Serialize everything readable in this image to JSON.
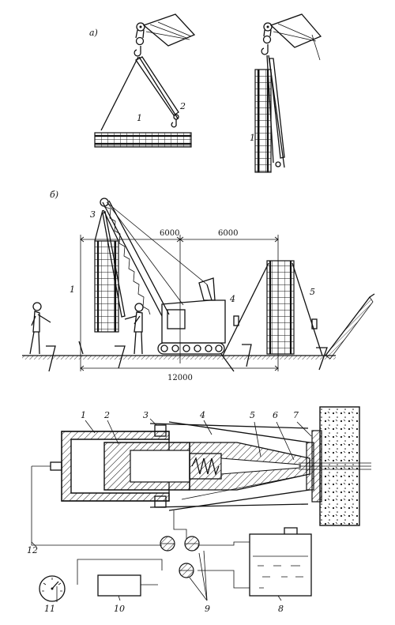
{
  "panels": {
    "a": {
      "label": "a)",
      "left_callouts": [
        "1",
        "2"
      ],
      "right_callouts": [
        "1"
      ]
    },
    "b": {
      "label": "б)",
      "callouts": [
        "3",
        "1",
        "4",
        "5"
      ],
      "dimensions": {
        "span_left": "6000",
        "span_right": "6000",
        "total": "12000"
      }
    },
    "c": {
      "callouts": [
        "1",
        "2",
        "3",
        "4",
        "5",
        "6",
        "7",
        "12",
        "11",
        "10",
        "9",
        "8"
      ]
    }
  }
}
